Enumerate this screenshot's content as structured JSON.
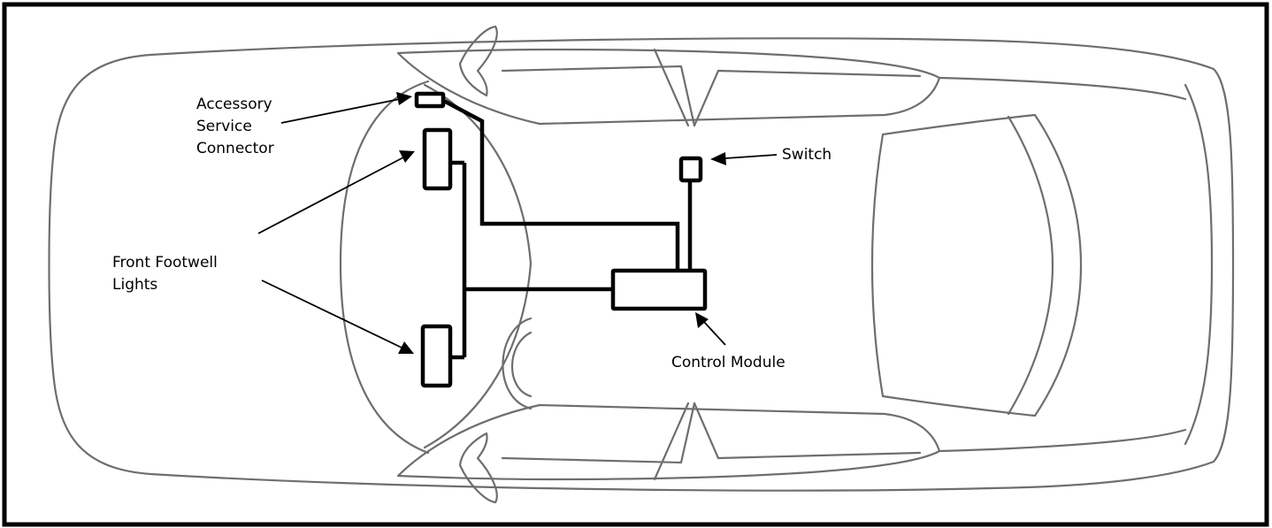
{
  "labels": {
    "accessory_line1": "Accessory",
    "accessory_line2": "Service",
    "accessory_line3": "Connector",
    "switch": "Switch",
    "footwell_line1": "Front Footwell",
    "footwell_line2": "Lights",
    "control_module": "Control Module"
  },
  "colors": {
    "car_outline": "#6e6e6e",
    "wiring": "#000000",
    "background": "#ffffff"
  }
}
